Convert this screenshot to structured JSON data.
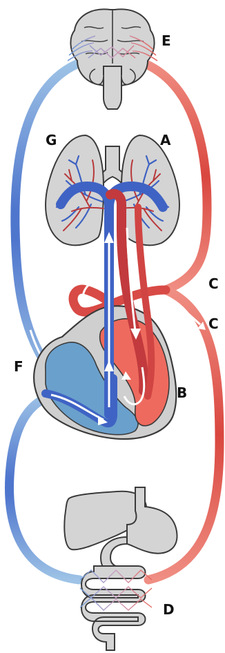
{
  "labels": {
    "brain": "E",
    "lung_left": "G",
    "lung_right": "A",
    "artery_upper": "C",
    "artery_lower": "C",
    "heart_left": "F",
    "heart_right": "B",
    "gut": "D"
  },
  "colors": {
    "oxygenated": "#d94a4a",
    "oxygenated_light": "#ee8478",
    "deoxygenated": "#3f63c4",
    "deoxygenated_light": "#86b2d8",
    "organ_fill": "#d4d4d4",
    "organ_stroke": "#3a3a3a",
    "heart_left_chamber": "#6aa0cc",
    "heart_right_chamber": "#ee6a5e",
    "arrow": "#ffffff"
  }
}
